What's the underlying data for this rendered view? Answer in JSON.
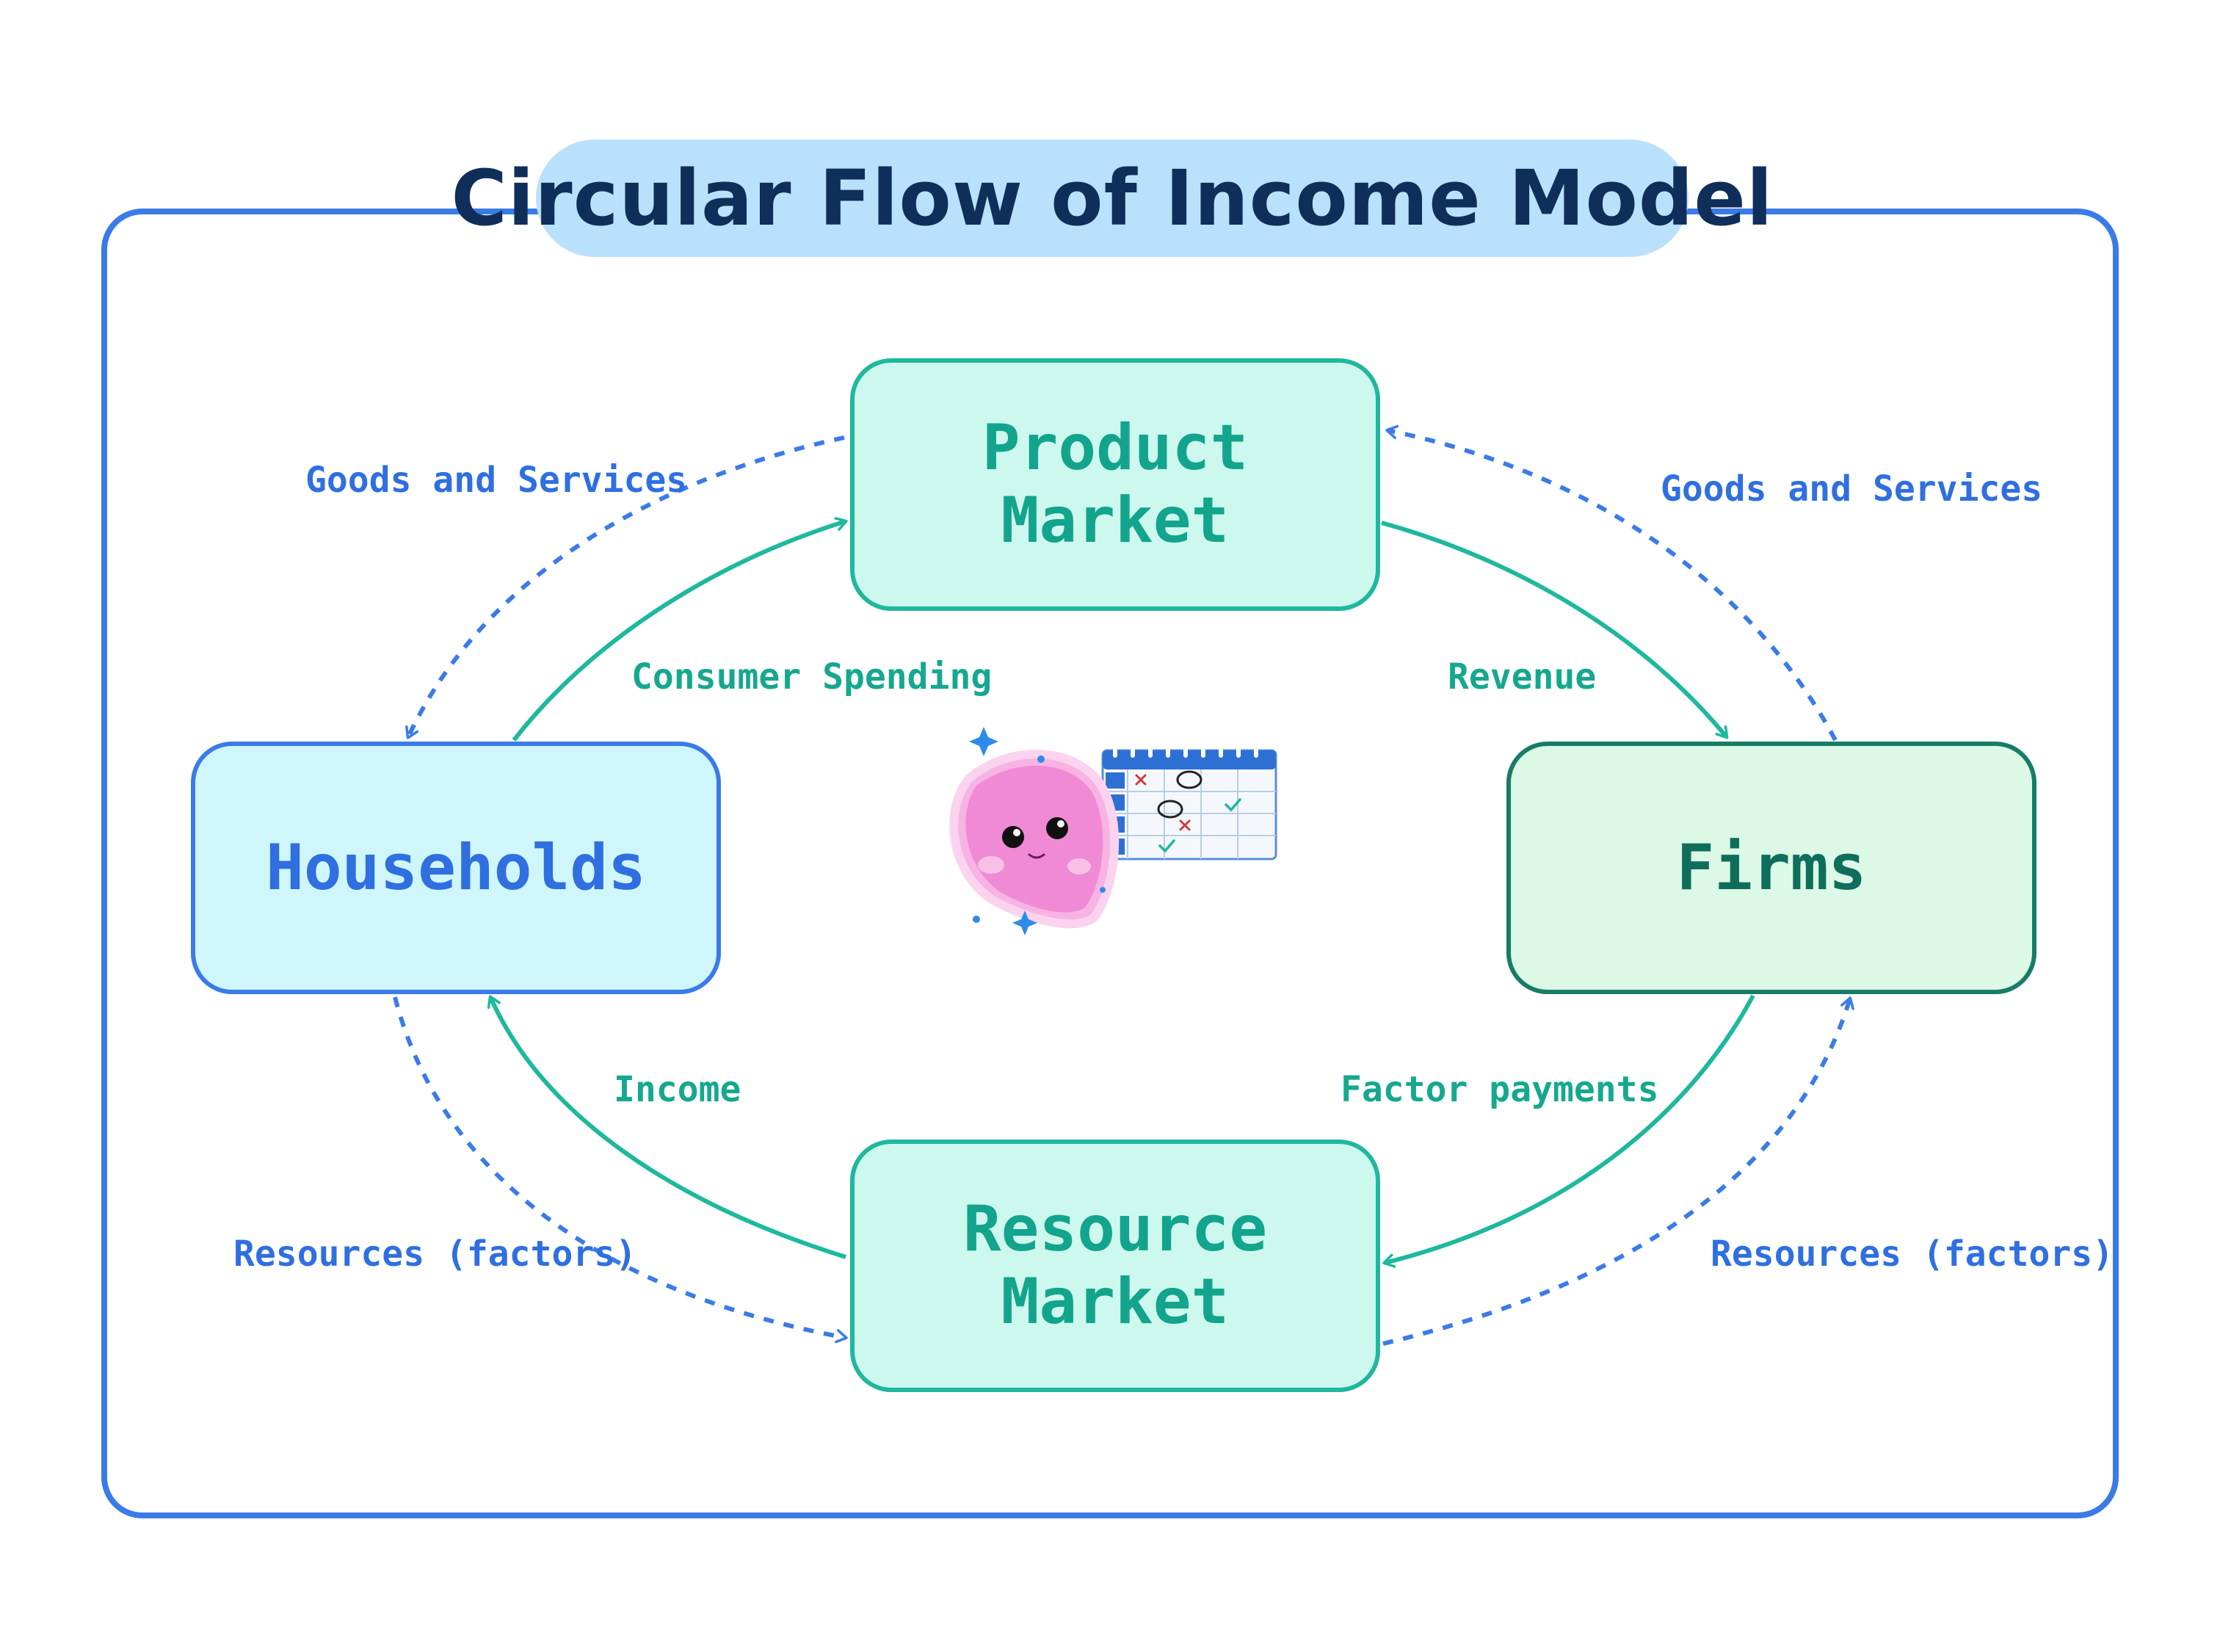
{
  "title": "Circular Flow of Income Model",
  "nodes": {
    "product_market": [
      "Product",
      "Market"
    ],
    "resource_market": [
      "Resource",
      "Market"
    ],
    "households": "Households",
    "firms": "Firms"
  },
  "flows": {
    "consumer_spending": "Consumer Spending",
    "revenue": "Revenue",
    "income": "Income",
    "factor_payments": "Factor payments",
    "goods_left": "Goods and Services",
    "goods_right": "Goods and Services",
    "resources_left": "Resources (factors)",
    "resources_right": "Resources (factors)"
  },
  "colors": {
    "frame": "#3b7be8",
    "money_flow": "#1fb89e",
    "real_flow": "#3b7be8",
    "title_text": "#0f2f5a",
    "title_highlight": "#b9e1fb"
  },
  "mascot": {
    "icon": "pink-piggy-bank-mascot-icon",
    "accessory": "calendar-icon"
  }
}
